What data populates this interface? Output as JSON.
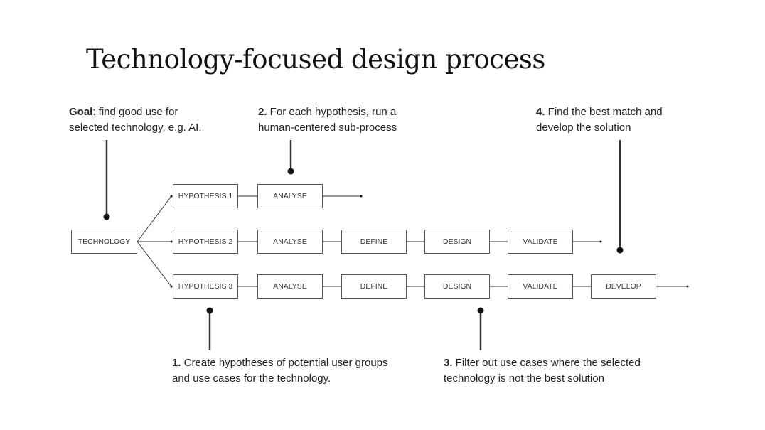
{
  "title": "Technology-focused design process",
  "notes": {
    "goal": {
      "label": "Goal",
      "text": ": find good use for",
      "line2": "selected technology, e.g. AI."
    },
    "step2": {
      "label": "2.",
      "text": " For each hypothesis, run a",
      "line2": "human-centered sub-process"
    },
    "step4": {
      "label": "4.",
      "text": " Find the best match and",
      "line2": "develop the solution"
    },
    "step1": {
      "label": "1.",
      "text": " Create hypotheses of potential user groups",
      "line2": "and use cases for the technology."
    },
    "step3": {
      "label": "3.",
      "text": " Filter out use cases where the selected",
      "line2": "technology is not the best solution"
    }
  },
  "root": "TECHNOLOGY",
  "rows": [
    [
      "HYPOTHESIS 1",
      "ANALYSE"
    ],
    [
      "HYPOTHESIS 2",
      "ANALYSE",
      "DEFINE",
      "DESIGN",
      "VALIDATE"
    ],
    [
      "HYPOTHESIS 3",
      "ANALYSE",
      "DEFINE",
      "DESIGN",
      "VALIDATE",
      "DEVELOP"
    ]
  ]
}
